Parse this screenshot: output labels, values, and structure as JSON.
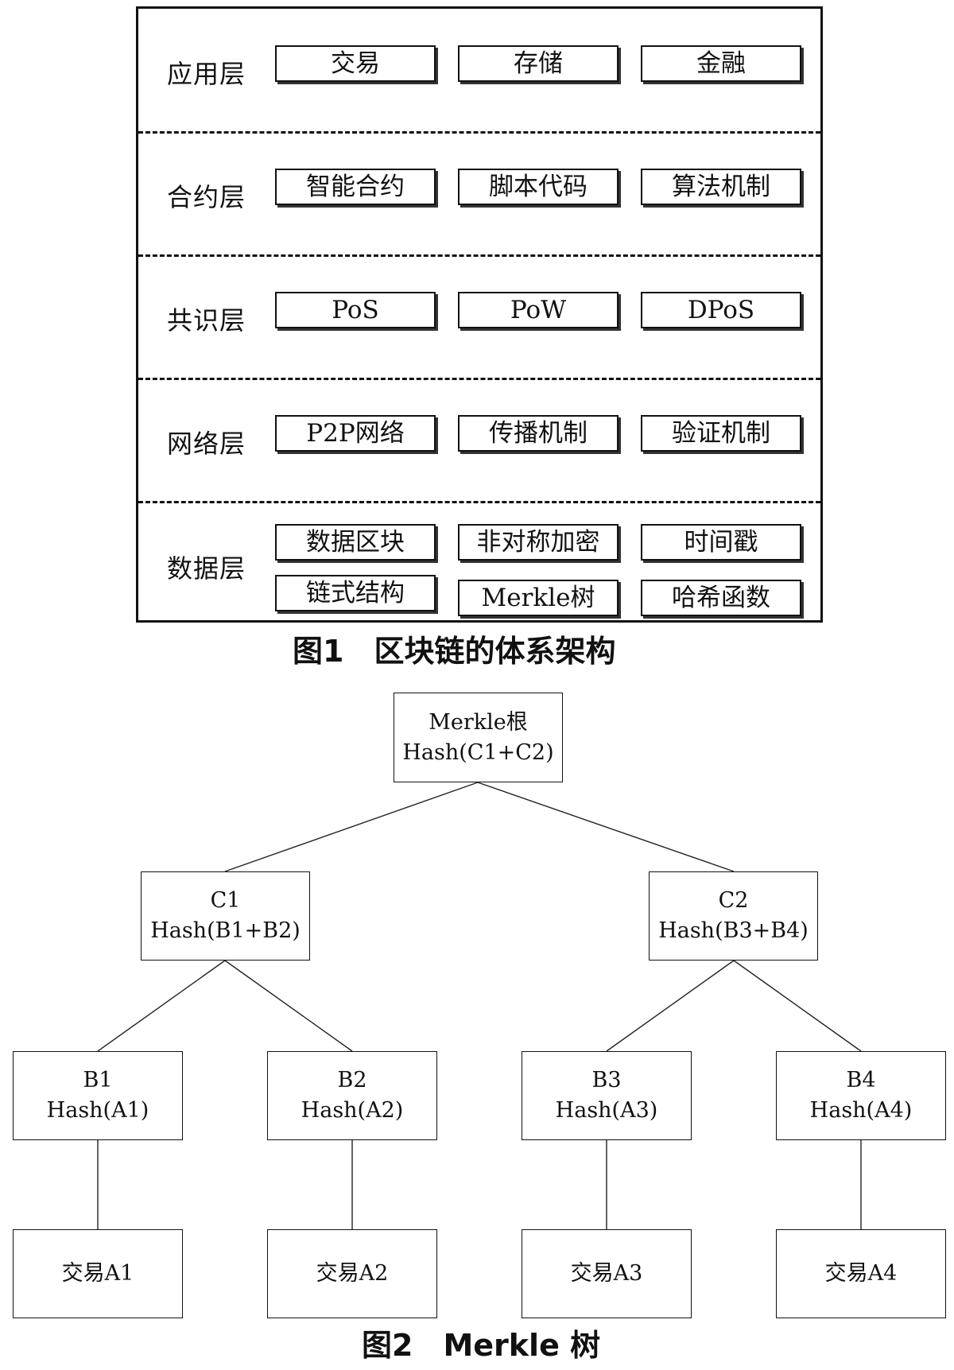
{
  "figure1": {
    "caption": "图1　区块链的体系架构",
    "layers": [
      {
        "label": "应用层",
        "items": [
          "交易",
          "存储",
          "金融"
        ]
      },
      {
        "label": "合约层",
        "items": [
          "智能合约",
          "脚本代码",
          "算法机制"
        ]
      },
      {
        "label": "共识层",
        "items": [
          "PoS",
          "PoW",
          "DPoS"
        ]
      },
      {
        "label": "网络层",
        "items": [
          "P2P网络",
          "传播机制",
          "验证机制"
        ]
      },
      {
        "label": "数据层",
        "items": [
          "数据区块",
          "非对称加密",
          "时间戳",
          "链式结构",
          "Merkle树",
          "哈希函数"
        ]
      }
    ]
  },
  "figure2": {
    "caption": "图2　Merkle 树",
    "root": {
      "line1": "Merkle根",
      "line2": "Hash(C1+C2)"
    },
    "level1": [
      {
        "line1": "C1",
        "line2": "Hash(B1+B2)"
      },
      {
        "line1": "C2",
        "line2": "Hash(B3+B4)"
      }
    ],
    "level2": [
      {
        "line1": "B1",
        "line2": "Hash(A1)"
      },
      {
        "line1": "B2",
        "line2": "Hash(A2)"
      },
      {
        "line1": "B3",
        "line2": "Hash(A3)"
      },
      {
        "line1": "B4",
        "line2": "Hash(A4)"
      }
    ],
    "leaves": [
      "交易A1",
      "交易A2",
      "交易A3",
      "交易A4"
    ]
  }
}
